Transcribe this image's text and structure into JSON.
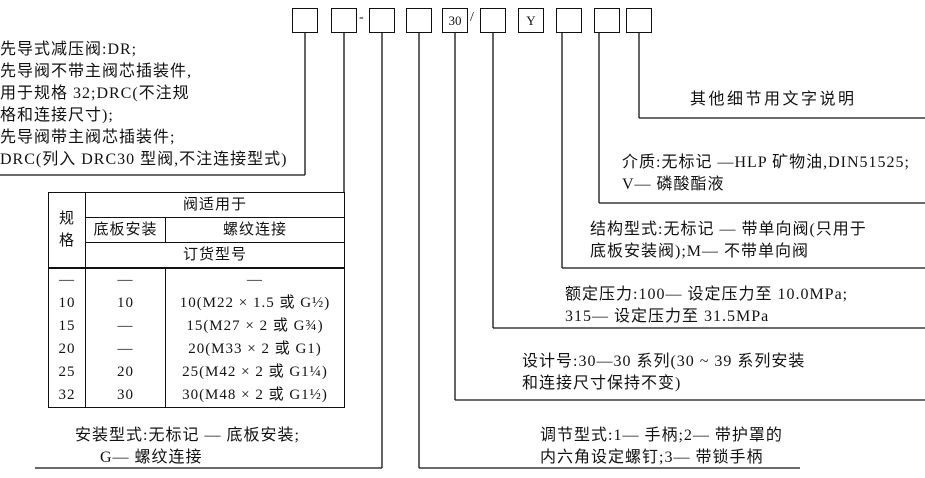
{
  "code_row": {
    "box_5_text": "30",
    "box_7_text": "Y",
    "dash": "-",
    "slash": "/"
  },
  "pilot_type": {
    "lines": [
      "先导式减压阀:DR;",
      "先导阀不带主阀芯插装件,",
      "用于规格 32;DRC(不注规",
      "格和连接尺寸);",
      "先导阀带主阀芯插装件;",
      "DRC(列入 DRC30 型阀,不注连接型式)"
    ]
  },
  "size_table": {
    "spec_header": [
      "规",
      "格"
    ],
    "valve_for_header": "阀适用于",
    "subplate_header": "底板安装",
    "threaded_header": "螺纹连接",
    "order_code_header": "订货型号",
    "rows": [
      [
        "—",
        "—",
        "—"
      ],
      [
        "10",
        "10",
        "10(M22 × 1.5 或 G½)"
      ],
      [
        "15",
        "—",
        "15(M27 × 2 或 G¾)"
      ],
      [
        "20",
        "—",
        "20(M33 × 2 或 G1)"
      ],
      [
        "25",
        "20",
        "25(M42 × 2 或 G1¼)"
      ],
      [
        "32",
        "30",
        "30(M48 × 2 或 G1½)"
      ]
    ]
  },
  "notes": {
    "other_details": "其他细节用文字说明",
    "medium": [
      "介质:无标记 —HLP 矿物油,DIN51525;",
      "V— 磷酸酯液"
    ],
    "structure": [
      "结构型式:无标记 — 带单向阀(只用于",
      "底板安装阀);M— 不带单向阀"
    ],
    "rated_pressure": [
      "额定压力:100— 设定压力至 10.0MPa;",
      "315— 设定压力至 31.5MPa"
    ],
    "design_number": [
      "设计号:30—30 系列(30 ~ 39 系列安装",
      "和连接尺寸保持不变)"
    ],
    "adjustment": [
      "调节型式:1— 手柄;2— 带护罩的",
      "内六角设定螺钉;3— 带锁手柄"
    ],
    "mounting": [
      "安装型式:无标记 — 底板安装;",
      "G— 螺纹连接"
    ]
  },
  "colors": {
    "ink": "#111111",
    "background": "#ffffff"
  }
}
